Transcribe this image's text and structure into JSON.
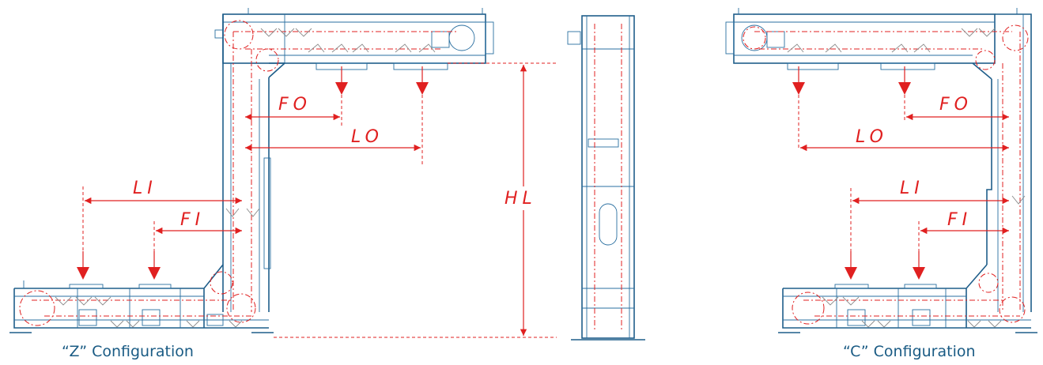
{
  "dimensions": {
    "z_config": {
      "fo": "FO",
      "lo": "LO",
      "li": "LI",
      "fi": "FI"
    },
    "height": "HL",
    "c_config": {
      "fo": "FO",
      "lo": "LO",
      "li": "LI",
      "fi": "FI"
    }
  },
  "captions": {
    "z_config": "“Z” Configuration",
    "c_config": "“C” Configuration"
  },
  "colors": {
    "frame": "#1f5e8a",
    "dimension": "#e02020",
    "caption": "#1a5b84"
  }
}
